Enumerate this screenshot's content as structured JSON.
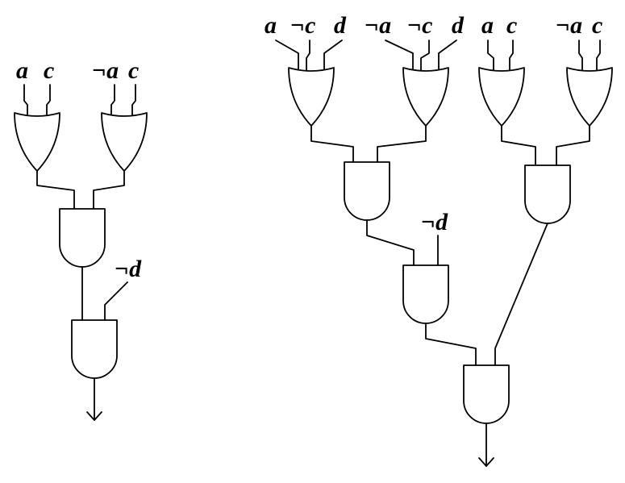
{
  "left_circuit": {
    "inputs": [
      "a",
      "c",
      "¬a",
      "c"
    ],
    "extra_input": "¬d"
  },
  "right_circuit": {
    "inputs": [
      "a",
      "¬c",
      "d",
      "¬a",
      "¬c",
      "d",
      "a",
      "c",
      "¬a",
      "c"
    ],
    "extra_input": "¬d"
  }
}
